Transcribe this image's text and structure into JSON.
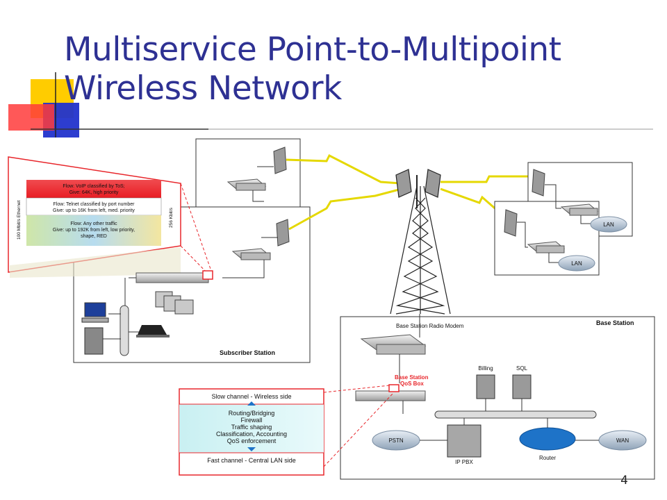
{
  "slide": {
    "title_line1": "Multiservice Point-to-Multipoint",
    "title_line2": "Wireless Network",
    "page_number": "4"
  },
  "diagram": {
    "subscriber_station": "Subscriber Station",
    "base_station": "Base Station",
    "radio_modem": "Base Station Radio Modem",
    "qos_box_line1": "Base Station",
    "qos_box_line2": "QoS Box",
    "billing": "Billing",
    "sql": "SQL",
    "pstn": "PSTN",
    "wan": "WAN",
    "router": "Router",
    "ip_pbx": "IP PBX",
    "lan_1": "LAN",
    "lan_2": "LAN",
    "ethernet_label": "100 Mbit/s Ethernet",
    "wireless_label": "256 Kbit/s",
    "flows": [
      {
        "line1": "Flow: VoIP classified by ToS;",
        "line2": "Give: 64K, high priority",
        "line3": ""
      },
      {
        "line1": "Flow: Telnet classified by port number",
        "line2": "Give: up to 16K from left, med. priority",
        "line3": ""
      },
      {
        "line1": "Flow: Any other traffic",
        "line2": "Give: up to 192K from left, low priority,",
        "line3": "shape, RED"
      }
    ],
    "qos_panel": {
      "slow": "Slow channel - Wireless side",
      "functions": [
        "Routing/Bridging",
        "Firewall",
        "Traffic shaping",
        "Classification, Accounting",
        "QoS enforcement"
      ],
      "fast": "Fast channel - Central LAN side"
    }
  },
  "colors": {
    "title": "#2e3193",
    "voip_flow": "#ee1c24",
    "telnet_flow": "#ffffff",
    "other_flow": "#a9d8ec",
    "highlight": "#e8262b"
  }
}
